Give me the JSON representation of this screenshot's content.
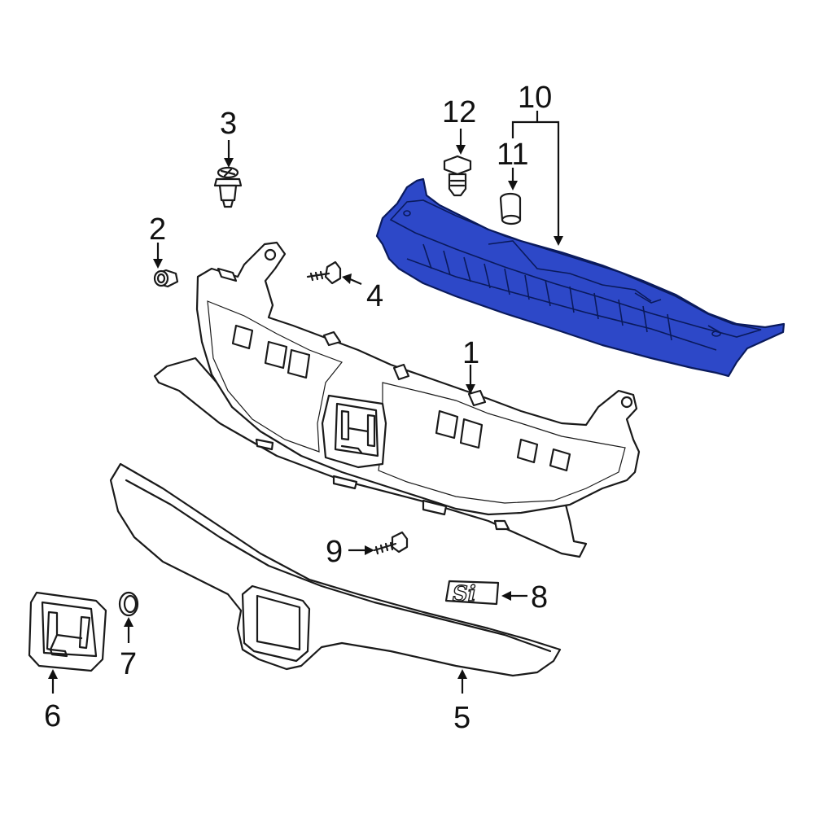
{
  "colors": {
    "highlight": "#2d48c8",
    "highlight_dark": "#1a2f9a",
    "ink": "#1a1a1a",
    "background": "#ffffff"
  },
  "callouts": {
    "c1": "1",
    "c2": "2",
    "c3": "3",
    "c4": "4",
    "c5": "5",
    "c6": "6",
    "c7": "7",
    "c8": "8",
    "c9": "9",
    "c10": "10",
    "c11": "11",
    "c12": "12"
  },
  "badge_text": "Si",
  "highlighted_part": "10"
}
